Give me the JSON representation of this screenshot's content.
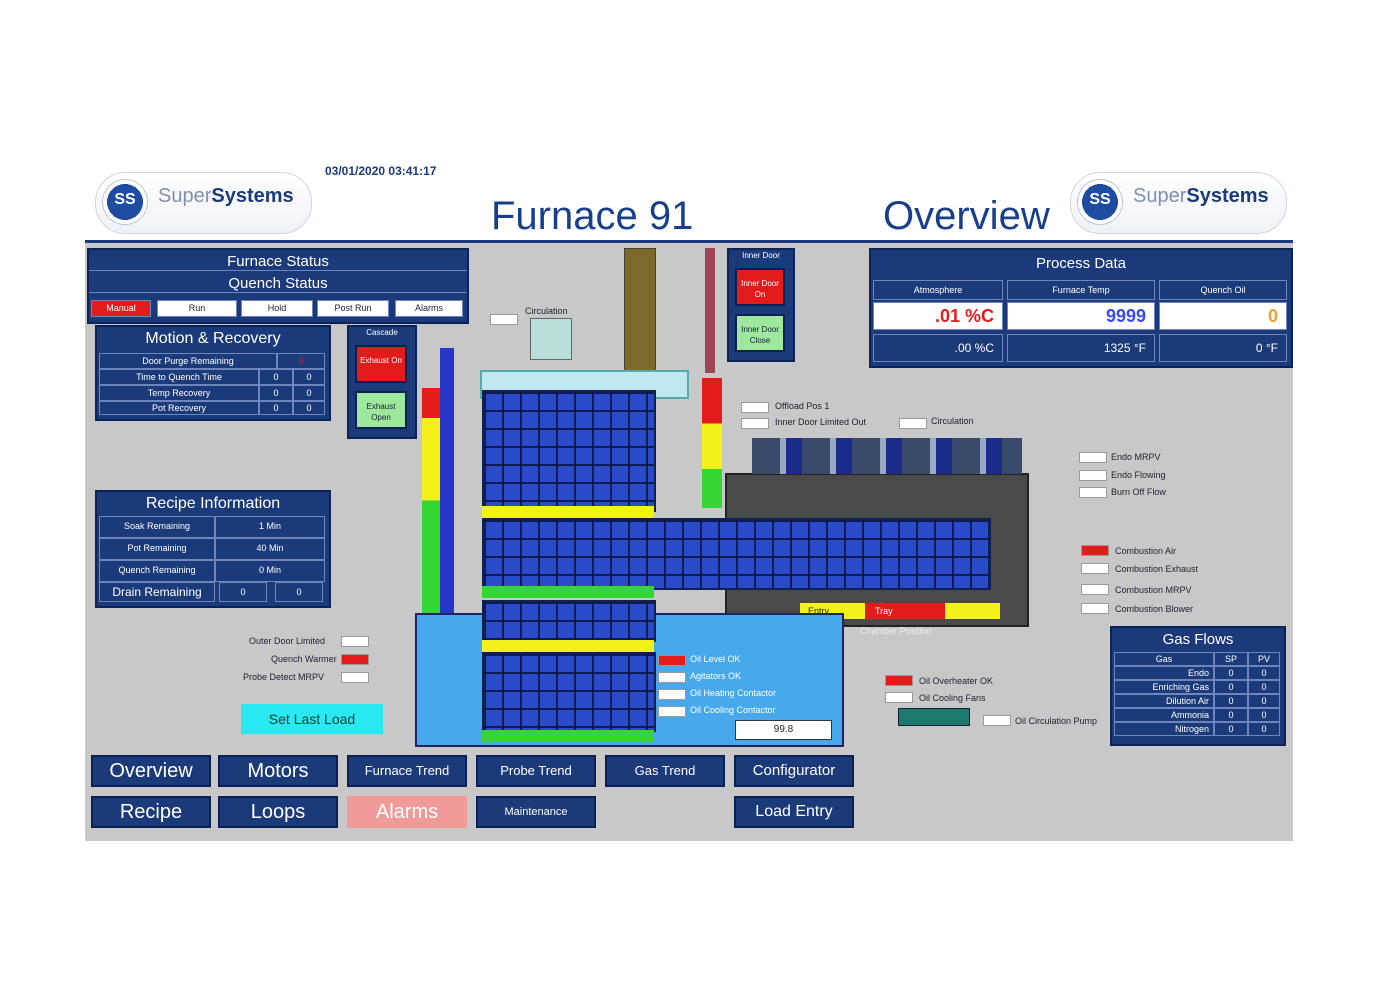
{
  "header": {
    "datetime": "03/01/2020 03:41:17",
    "title": "Furnace 91",
    "subtitle": "Overview",
    "brand_light": "Super",
    "brand_bold": "Systems",
    "brand_mark": "SS"
  },
  "furnace_status": {
    "title": "Furnace Status",
    "quench_title": "Quench Status",
    "quench_states": [
      "Manual",
      "Run",
      "Hold",
      "Post Run",
      "Alarms"
    ]
  },
  "motion_recovery": {
    "title": "Motion & Recovery",
    "rows": [
      {
        "label": "Door Purge Remaining",
        "v1": "0",
        "v2": ""
      },
      {
        "label": "Time to Quench Time",
        "v1": "0",
        "v2": "0"
      },
      {
        "label": "Temp Recovery",
        "v1": "0",
        "v2": "0"
      },
      {
        "label": "Pot Recovery",
        "v1": "0",
        "v2": "0"
      }
    ]
  },
  "cascade": {
    "title": "Cascade",
    "btn_on": "Exhaust On",
    "btn_off": "Exhaust Open"
  },
  "inner_door": {
    "title": "Inner Door",
    "btn_on": "Inner Door On",
    "btn_off": "Inner Door Close"
  },
  "recipe_info": {
    "title": "Recipe Information",
    "rows": [
      {
        "label": "Soak Remaining",
        "v1": "1 Min"
      },
      {
        "label": "Pot Remaining",
        "v1": "40 Min"
      },
      {
        "label": "Quench Remaining",
        "v1": "0 Min"
      }
    ],
    "drain_label": "Drain Remaining",
    "drain_v1": "0",
    "drain_v2": "0"
  },
  "process_data": {
    "title": "Process Data",
    "headers": [
      "Atmosphere",
      "Furnace Temp",
      "Quench Oil"
    ],
    "values": [
      ".01 %C",
      "9999",
      "0"
    ],
    "setpoints": [
      ".00 %C",
      "1325 °F",
      "0 °F"
    ]
  },
  "diagram_labels": {
    "circulation_top": "Circulation",
    "offload_pos": "Offload Pos 1",
    "inner_door_limit": "Inner Door Limited Out",
    "circulation_mid": "Circulation",
    "endo_mrpv": "Endo MRPV",
    "endo_flowing": "Endo Flowing",
    "burnoff_flow": "Burn Off Flow",
    "combustion_air": "Combustion Air",
    "combustion_exhaust": "Combustion Exhaust",
    "combustion_mrpv": "Combustion MRPV",
    "combustion_blower": "Combustion Blower",
    "outer_door_limited": "Outer Door Limited",
    "quench_warmer": "Quench Warmer",
    "probe_detect": "Probe Detect MRPV",
    "oil_level": "Oil Level OK",
    "agitators": "Agitators OK",
    "oil_heating": "Oil Heating Contactor",
    "oil_cooling": "Oil Cooling Contactor",
    "oil_overheater": "Oil Overheater OK",
    "oil_cooling_fans": "Oil Cooling Fans",
    "oil_circulation": "Oil Circulation Pump",
    "quench_value": "99.8",
    "entry_bar_label": "Entry",
    "tray_label": "Tray",
    "chamber_label": "Chamber Position"
  },
  "set_last_load": "Set Last Load",
  "gas_flows": {
    "title": "Gas Flows",
    "headers": [
      "Gas",
      "SP",
      "PV"
    ],
    "rows": [
      {
        "gas": "Endo",
        "sp": "0",
        "pv": "0"
      },
      {
        "gas": "Enriching Gas",
        "sp": "0",
        "pv": "0"
      },
      {
        "gas": "Dilution Air",
        "sp": "0",
        "pv": "0"
      },
      {
        "gas": "Ammonia",
        "sp": "0",
        "pv": "0"
      },
      {
        "gas": "Nitrogen",
        "sp": "0",
        "pv": "0"
      }
    ]
  },
  "nav": {
    "overview": "Overview",
    "motors": "Motors",
    "furnace_trend": "Furnace Trend",
    "probe_trend": "Probe Trend",
    "gas_trend": "Gas Trend",
    "configurator": "Configurator",
    "recipe": "Recipe",
    "loops": "Loops",
    "alarms": "Alarms",
    "maintenance": "Maintenance",
    "load_entry": "Load Entry"
  },
  "colors": {
    "panel": "#1b3a7a",
    "alarm_red": "#e31b1b",
    "ok_green": "#9ee89e",
    "accent_cyan": "#2ae8f2",
    "alarm_button": "#f09a9a"
  }
}
